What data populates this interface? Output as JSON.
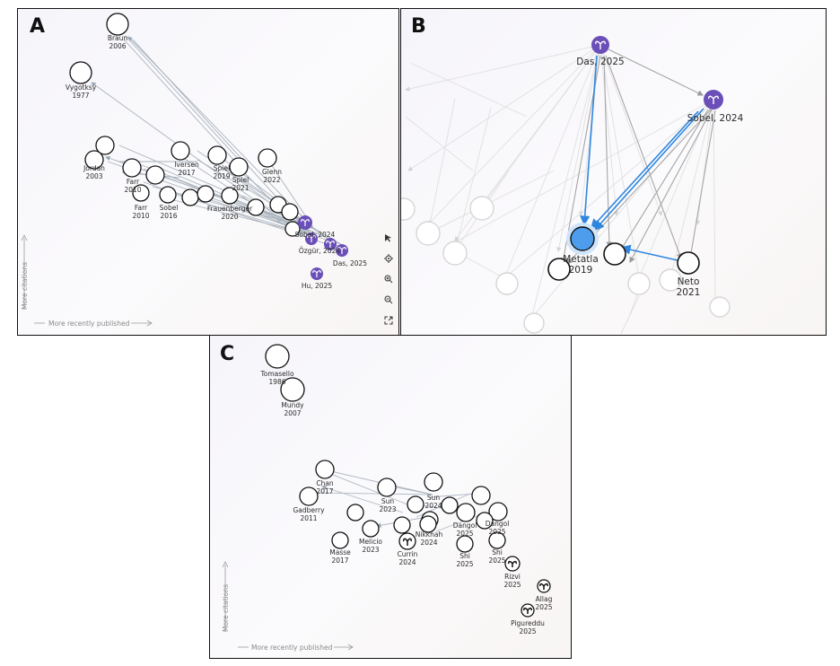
{
  "panels": [
    {
      "letter": "A",
      "axis": {
        "x_label": "More recently published",
        "y_label": "More citations"
      },
      "toolbar": [
        "pointer-icon",
        "locate-icon",
        "zoom-in-icon",
        "zoom-out-icon",
        "fit-view-icon"
      ],
      "labels": [
        {
          "lines": [
            "Braun",
            "2006"
          ]
        },
        {
          "lines": [
            "Vygotksy",
            "1977"
          ]
        },
        {
          "lines": [
            "Jordan",
            "2003"
          ]
        },
        {
          "lines": [
            "Iversen",
            "2017"
          ]
        },
        {
          "lines": [
            "Spiel",
            "2019"
          ]
        },
        {
          "lines": [
            "Glenn",
            "2022"
          ]
        },
        {
          "lines": [
            "Spiel",
            "2021"
          ]
        },
        {
          "lines": [
            "Farr",
            "2010"
          ]
        },
        {
          "lines": [
            "Farr",
            "2010"
          ]
        },
        {
          "lines": [
            "Sobel",
            "2016"
          ]
        },
        {
          "lines": [
            "Frauenberger",
            "2020"
          ]
        },
        {
          "lines": [
            "Sobel, 2024"
          ]
        },
        {
          "lines": [
            "Özgür, 2024"
          ]
        },
        {
          "lines": [
            "Das, 2025"
          ]
        },
        {
          "lines": [
            "Hu, 2025"
          ]
        }
      ]
    },
    {
      "letter": "B",
      "labels": [
        {
          "lines": [
            "Das, 2025"
          ]
        },
        {
          "lines": [
            "Sobel, 2024"
          ]
        },
        {
          "lines": [
            "Metatla",
            "2019"
          ]
        },
        {
          "lines": [
            "Neto",
            "2021"
          ]
        }
      ]
    },
    {
      "letter": "C",
      "axis": {
        "x_label": "More recently published",
        "y_label": "More citations"
      },
      "labels": [
        {
          "lines": [
            "Tomasello",
            "1986"
          ]
        },
        {
          "lines": [
            "Mundy",
            "2007"
          ]
        },
        {
          "lines": [
            "Chan",
            "2017"
          ]
        },
        {
          "lines": [
            "Gadberry",
            "2011"
          ]
        },
        {
          "lines": [
            "Sun",
            "2023"
          ]
        },
        {
          "lines": [
            "Sun",
            "2024"
          ]
        },
        {
          "lines": [
            "Dangol",
            "2025"
          ]
        },
        {
          "lines": [
            "Dangol",
            "2025"
          ]
        },
        {
          "lines": [
            "Nikkhah",
            "2024"
          ]
        },
        {
          "lines": [
            "Melicio",
            "2023"
          ]
        },
        {
          "lines": [
            "Masse",
            "2017"
          ]
        },
        {
          "lines": [
            "Currin",
            "2024"
          ]
        },
        {
          "lines": [
            "Shi",
            "2025"
          ]
        },
        {
          "lines": [
            "Shi",
            "2025"
          ]
        },
        {
          "lines": [
            "Rizvi",
            "2025"
          ]
        },
        {
          "lines": [
            "Allag",
            "2025"
          ]
        },
        {
          "lines": [
            "Pigureddu",
            "2025"
          ]
        }
      ]
    }
  ]
}
